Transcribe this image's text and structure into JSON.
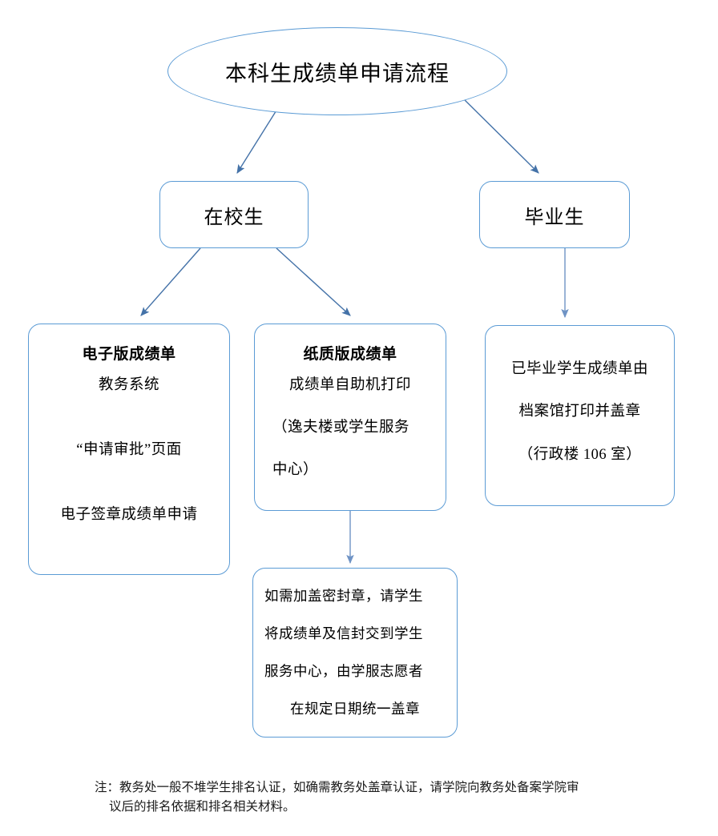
{
  "diagram": {
    "title": "本科生成绩单申请流程",
    "accent_color": "#5b9bd5",
    "arrow_color": "#4472a8",
    "background_color": "#ffffff",
    "branches": {
      "current_students": "在校生",
      "graduates": "毕业生"
    },
    "electronic": {
      "title": "电子版成绩单",
      "step1": "教务系统",
      "step2": "“申请审批”页面",
      "step3": "电子签章成绩单申请"
    },
    "paper": {
      "title": "纸质版成绩单",
      "line1": "成绩单自助机打印",
      "line2": "（逸夫楼或学生服务",
      "line3": "中心）"
    },
    "graduate_box": {
      "line1": "已毕业学生成绩单由",
      "line2": "档案馆打印并盖章",
      "line3": "（行政楼 106 室）"
    },
    "sealed_box": {
      "line1": "如需加盖密封章，请学生",
      "line2": "将成绩单及信封交到学生",
      "line3": "服务中心，由学服志愿者",
      "line4": "在规定日期统一盖章"
    },
    "footnote": {
      "line1": "注：教务处一般不堆学生排名认证，如确需教务处盖章认证，请学院向教务处备案学院审",
      "line2": "议后的排名依据和排名相关材料。"
    }
  }
}
